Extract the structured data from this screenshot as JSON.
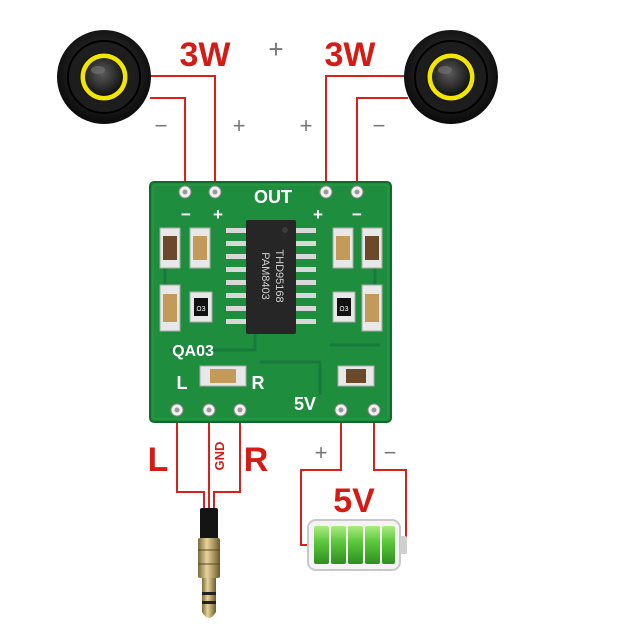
{
  "colors": {
    "wire": "#d9201a",
    "label_red": "#d41c15",
    "symbol_gray": "#666666",
    "pcb": "#1e8e3e",
    "pcb_dark": "#15722f",
    "silk": "#ffffff",
    "chip": "#262626",
    "battery_green": "#58c43a"
  },
  "speakers": {
    "left_power": "3W",
    "right_power": "3W",
    "plus_between": "+",
    "left_minus": "−",
    "left_plus": "+",
    "right_plus": "+",
    "right_minus": "−"
  },
  "board": {
    "out_label": "OUT",
    "out_minus_left": "−",
    "out_plus_left": "+",
    "out_plus_right": "+",
    "out_minus_right": "−",
    "chip_line1": "PAM8403",
    "chip_line2": "THD95168",
    "model": "QA03",
    "in_left": "L",
    "in_right": "R",
    "supply": "5V",
    "ic_left_top": "Ω3",
    "ic_right_top": "Ω3"
  },
  "input": {
    "left_label": "L",
    "gnd_label": "GND",
    "right_label": "R"
  },
  "power": {
    "plus": "+",
    "minus": "−",
    "voltage": "5V"
  }
}
